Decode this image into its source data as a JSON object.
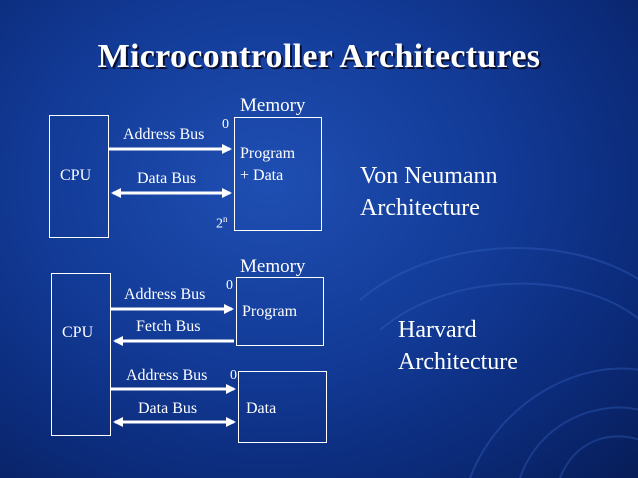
{
  "slide": {
    "title": "Microcontroller Architectures"
  },
  "von_neumann": {
    "cpu_label": "CPU",
    "memory_title": "Memory",
    "memory_content_line1": "Program",
    "memory_content_line2": "+ Data",
    "address_top": "0",
    "address_bottom_base": "2",
    "address_bottom_exp": "n",
    "address_bus": "Address Bus",
    "data_bus": "Data Bus",
    "caption_line1": "Von Neumann",
    "caption_line2": "Architecture"
  },
  "harvard": {
    "cpu_label": "CPU",
    "memory_title": "Memory",
    "program_label": "Program",
    "data_label": "Data",
    "program_address_top": "0",
    "data_address_top": "0",
    "address_bus_program": "Address Bus",
    "fetch_bus": "Fetch Bus",
    "address_bus_data": "Address Bus",
    "data_bus": "Data Bus",
    "caption_line1": "Harvard",
    "caption_line2": "Architecture"
  }
}
